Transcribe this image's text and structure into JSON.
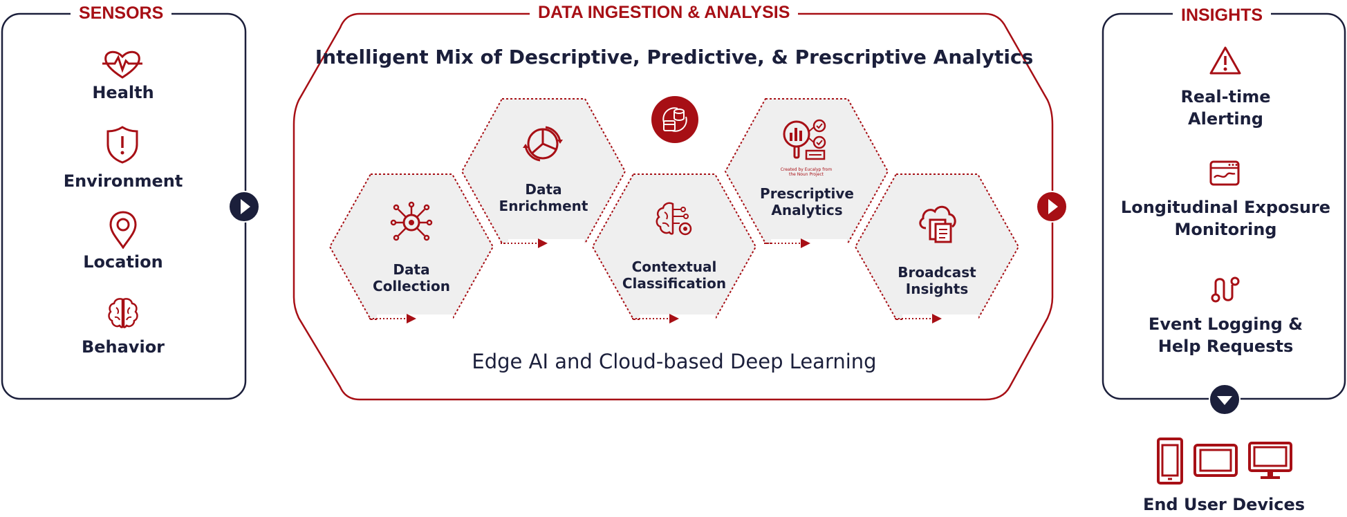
{
  "colors": {
    "accent": "#a70f15",
    "navy": "#1b1f3b",
    "hex_fill": "#efefef"
  },
  "sensors": {
    "title": "SENSORS",
    "items": [
      {
        "label": "Health",
        "icon": "heartbeat-icon"
      },
      {
        "label": "Environment",
        "icon": "shield-alert-icon"
      },
      {
        "label": "Location",
        "icon": "location-pin-icon"
      },
      {
        "label": "Behavior",
        "icon": "brain-icon"
      }
    ]
  },
  "analysis": {
    "title": "DATA INGESTION & ANALYSIS",
    "headline": "Intelligent Mix of Descriptive, Predictive, & Prescriptive Analytics",
    "footline": "Edge AI and Cloud-based Deep Learning",
    "center_icon": "cloud-database-sync-icon",
    "steps": [
      {
        "label": "Data\nCollection",
        "icon": "network-hub-icon"
      },
      {
        "label": "Data\nEnrichment",
        "icon": "pie-chart-cycle-icon"
      },
      {
        "label": "Contextual\nClassification",
        "icon": "ai-brain-icon"
      },
      {
        "label": "Prescriptive\nAnalytics",
        "icon": "analytics-magnifier-icon",
        "credit": "Created by Eucalyp from the Noun Project"
      },
      {
        "label": "Broadcast\nInsights",
        "icon": "cloud-documents-icon"
      }
    ]
  },
  "insights": {
    "title": "INSIGHTS",
    "items": [
      {
        "label": "Real-time\nAlerting",
        "icon": "warning-triangle-icon"
      },
      {
        "label": "Longitudinal Exposure\nMonitoring",
        "icon": "monitor-window-icon"
      },
      {
        "label": "Event Logging &\nHelp Requests",
        "icon": "route-path-icon"
      }
    ]
  },
  "devices": {
    "label": "End User Devices",
    "icons": [
      "smartphone-icon",
      "tablet-icon",
      "desktop-icon"
    ]
  }
}
